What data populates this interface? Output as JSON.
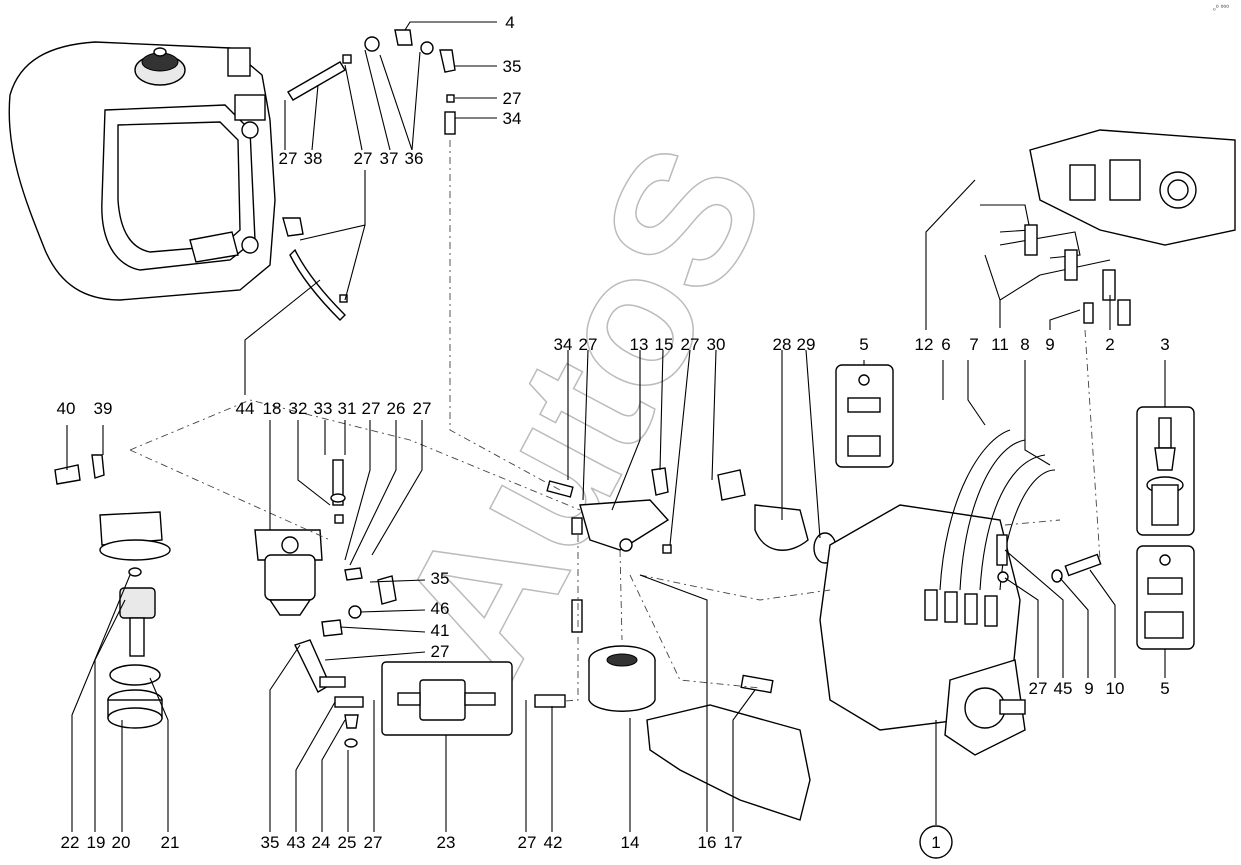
{
  "watermark": "AutoS",
  "corner_mark": "₀⁰ ⁰⁰⁰",
  "callout": "1",
  "labels": {
    "top": [
      "4",
      "35",
      "27",
      "34",
      "27",
      "38",
      "27",
      "37",
      "36"
    ],
    "row_mid_right": [
      "12",
      "6",
      "7",
      "11",
      "8",
      "9",
      "2",
      "3"
    ],
    "row_mid_center": [
      "34",
      "27",
      "13",
      "15",
      "27",
      "30",
      "28",
      "29",
      "5"
    ],
    "row_left": [
      "40",
      "39",
      "44",
      "18",
      "32",
      "33",
      "31",
      "27",
      "26",
      "27"
    ],
    "side_center": [
      "35",
      "46",
      "41",
      "27"
    ],
    "right_side": [
      "27",
      "45",
      "9",
      "10",
      "5"
    ],
    "bottom": [
      "22",
      "19",
      "20",
      "21",
      "35",
      "43",
      "24",
      "25",
      "27",
      "23",
      "27",
      "42",
      "14",
      "16",
      "17"
    ]
  }
}
